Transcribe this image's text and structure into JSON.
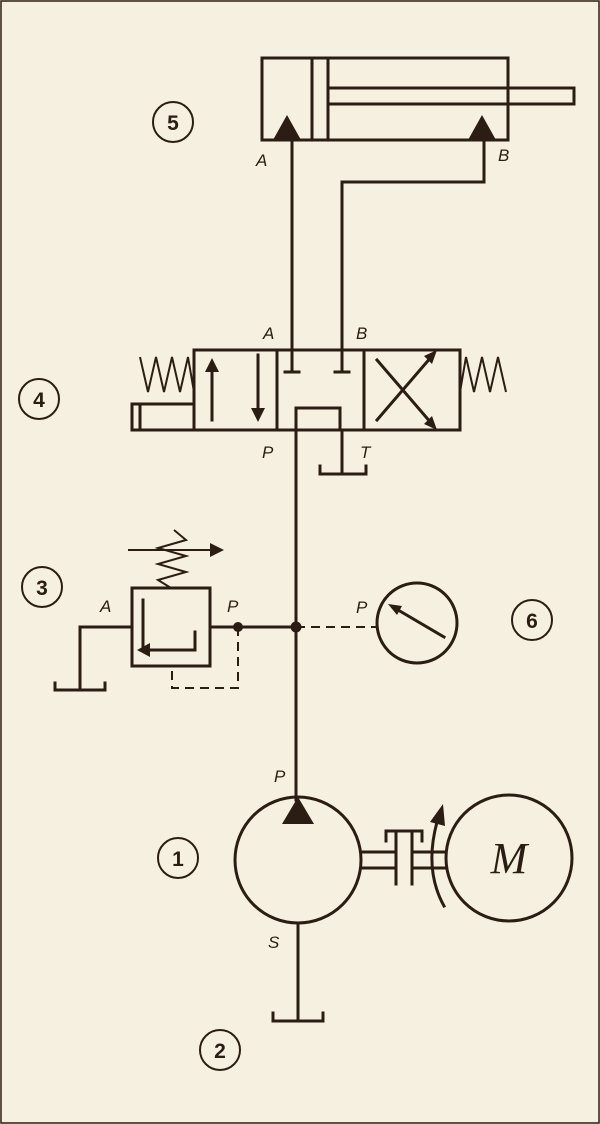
{
  "diagram": {
    "component_numbers": {
      "pump": "1",
      "tank": "2",
      "relief_valve": "3",
      "directional_valve": "4",
      "cylinder": "5",
      "pressure_gauge": "6"
    },
    "cylinder_ports": {
      "a": "A",
      "b": "B"
    },
    "directional_valve_ports": {
      "a": "A",
      "b": "B",
      "p": "P",
      "t": "T"
    },
    "relief_valve_ports": {
      "a": "A",
      "p": "P"
    },
    "gauge_port": "P",
    "pump_ports": {
      "p": "P",
      "s": "S"
    },
    "motor_label": "M"
  }
}
